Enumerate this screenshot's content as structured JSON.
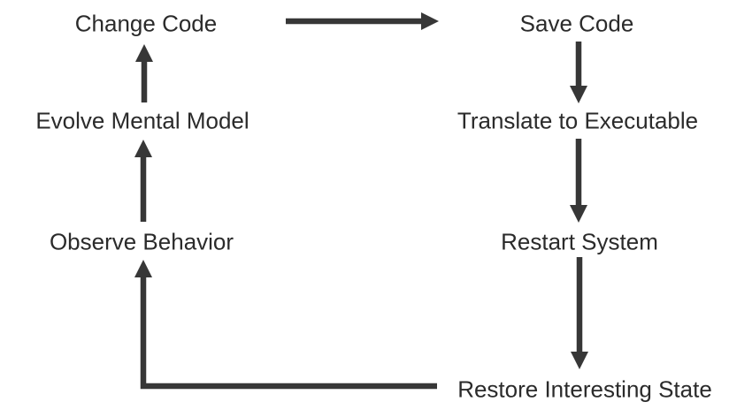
{
  "diagram": {
    "type": "flow-cycle",
    "nodes": {
      "change_code": "Change Code",
      "save_code": "Save Code",
      "evolve_mental_model": "Evolve Mental Model",
      "translate_to_executable": "Translate to Executable",
      "observe_behavior": "Observe Behavior",
      "restart_system": "Restart System",
      "restore_interesting_state": "Restore Interesting State"
    },
    "edges": [
      {
        "from": "Change Code",
        "to": "Save Code",
        "direction": "right"
      },
      {
        "from": "Save Code",
        "to": "Translate to Executable",
        "direction": "down"
      },
      {
        "from": "Translate to Executable",
        "to": "Restart System",
        "direction": "down"
      },
      {
        "from": "Restart System",
        "to": "Restore Interesting State",
        "direction": "down"
      },
      {
        "from": "Restore Interesting State",
        "to": "Observe Behavior",
        "direction": "left-then-up"
      },
      {
        "from": "Observe Behavior",
        "to": "Evolve Mental Model",
        "direction": "up"
      },
      {
        "from": "Evolve Mental Model",
        "to": "Change Code",
        "direction": "up"
      }
    ],
    "colors": {
      "background": "#ffffff",
      "text": "#2b2b2b",
      "arrow": "#373737"
    }
  }
}
